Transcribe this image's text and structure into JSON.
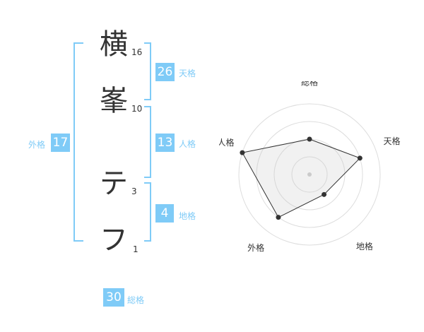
{
  "name": {
    "chars": [
      {
        "char": "横",
        "strokes": "16"
      },
      {
        "char": "峯",
        "strokes": "10"
      },
      {
        "char": "テ",
        "strokes": "3"
      },
      {
        "char": "フ",
        "strokes": "1"
      }
    ]
  },
  "fortune": {
    "tenkaku": {
      "value": "26",
      "label": "天格"
    },
    "jinkaku": {
      "value": "13",
      "label": "人格"
    },
    "chikaku": {
      "value": "4",
      "label": "地格"
    },
    "gaikaku": {
      "value": "17",
      "label": "外格"
    },
    "soukaku": {
      "value": "30",
      "label": "総格"
    }
  },
  "colors": {
    "accent": "#7fcbf7",
    "text": "#333333",
    "ring": "#dddddd"
  },
  "chart_data": {
    "type": "radar",
    "axes": [
      "総格",
      "天格",
      "地格",
      "外格",
      "人格"
    ],
    "values": [
      0.5,
      0.75,
      0.35,
      0.75,
      1.0
    ],
    "rings": 4,
    "max": 1.0
  }
}
